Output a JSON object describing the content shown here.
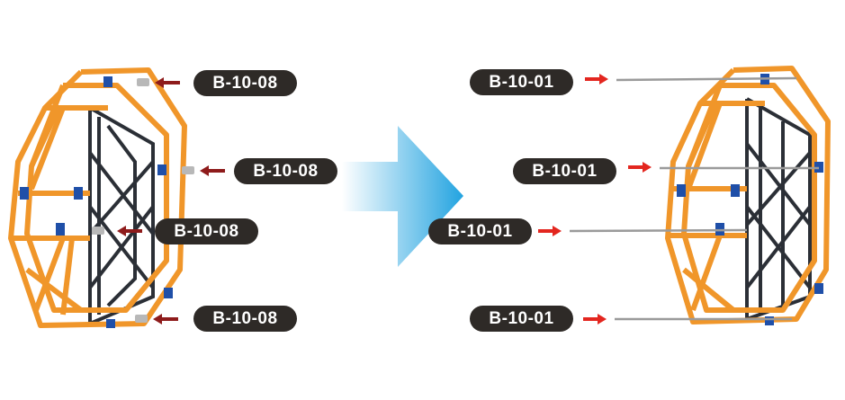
{
  "left_labels": [
    "B-10-08",
    "B-10-08",
    "B-10-08",
    "B-10-08"
  ],
  "right_labels": [
    "B-10-01",
    "B-10-01",
    "B-10-01",
    "B-10-01"
  ],
  "colors": {
    "frame": "#f0962a",
    "lattice": "#2b2f36",
    "clamp": "#1f4fa8",
    "left_arrow": "#8e1b1b",
    "right_arrow": "#e3261f",
    "transition_arrow": "#29a8e2",
    "pill": "#2e2a27"
  }
}
